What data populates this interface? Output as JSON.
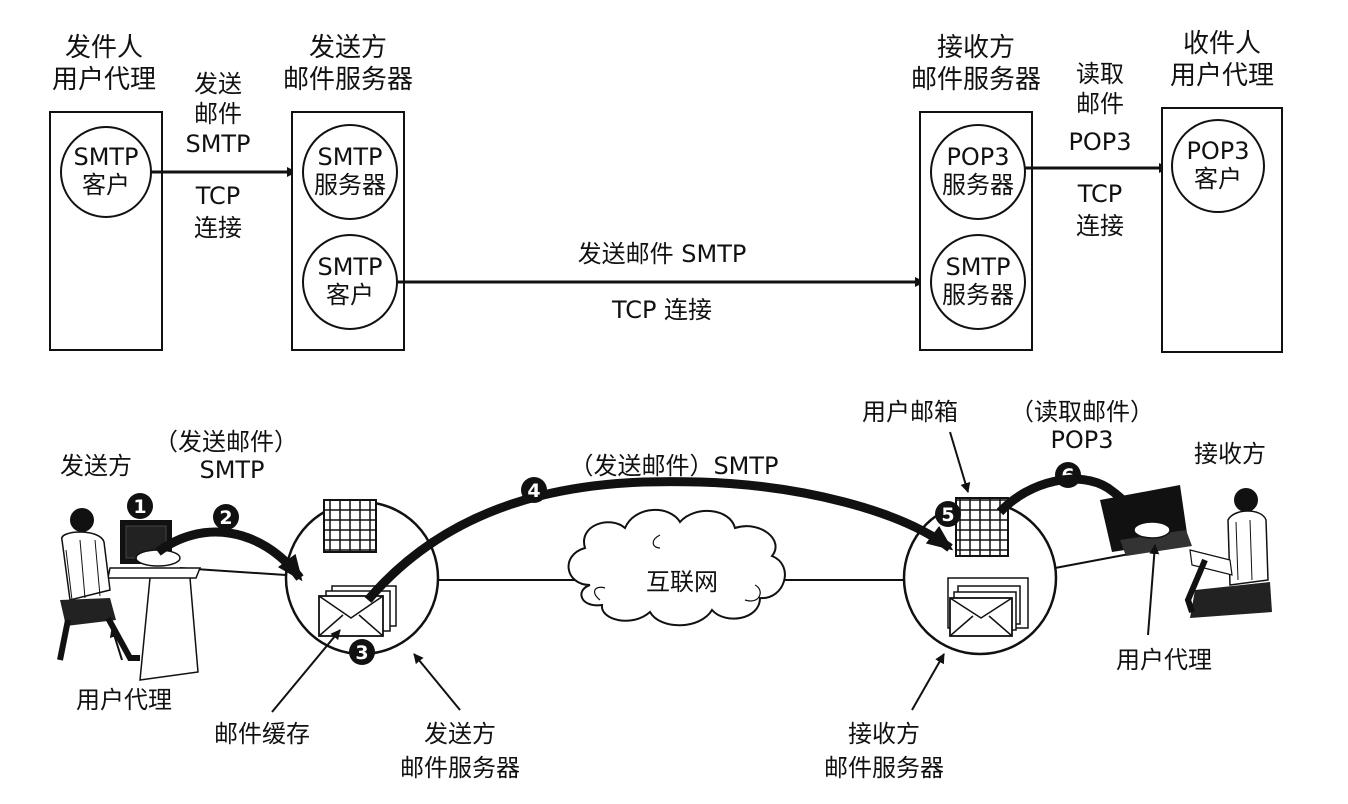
{
  "top": {
    "sender_ua": [
      "发件人",
      "用户代理"
    ],
    "sender_server": [
      "发送方",
      "邮件服务器"
    ],
    "receiver_server": [
      "接收方",
      "邮件服务器"
    ],
    "receiver_ua": [
      "收件人",
      "用户代理"
    ],
    "smtp_client": [
      "SMTP",
      "客户"
    ],
    "smtp_server": [
      "SMTP",
      "服务器"
    ],
    "pop3_server": [
      "POP3",
      "服务器"
    ],
    "pop3_client": [
      "POP3",
      "客户"
    ],
    "send_mail_smtp": [
      "发送",
      "邮件",
      "SMTP"
    ],
    "tcp_conn": [
      "TCP",
      "连接"
    ],
    "read_mail_pop3": [
      "读取",
      "邮件",
      "POP3"
    ],
    "relay_label": "发送邮件 SMTP",
    "relay_tcp": "TCP 连接"
  },
  "bottom": {
    "sender": "发送方",
    "receiver": "接收方",
    "send_mail_paren": "（发送邮件）",
    "smtp": "SMTP",
    "relay_label": "（发送邮件）SMTP",
    "mailbox": "用户邮箱",
    "read_mail_paren": "（读取邮件）",
    "pop3": "POP3",
    "internet": "互联网",
    "user_agent_left": "用户代理",
    "user_agent_right": "用户代理",
    "mail_cache": "邮件缓存",
    "sender_server": [
      "发送方",
      "邮件服务器"
    ],
    "receiver_server": [
      "接收方",
      "邮件服务器"
    ],
    "steps": [
      "1",
      "2",
      "3",
      "4",
      "5",
      "6"
    ]
  }
}
